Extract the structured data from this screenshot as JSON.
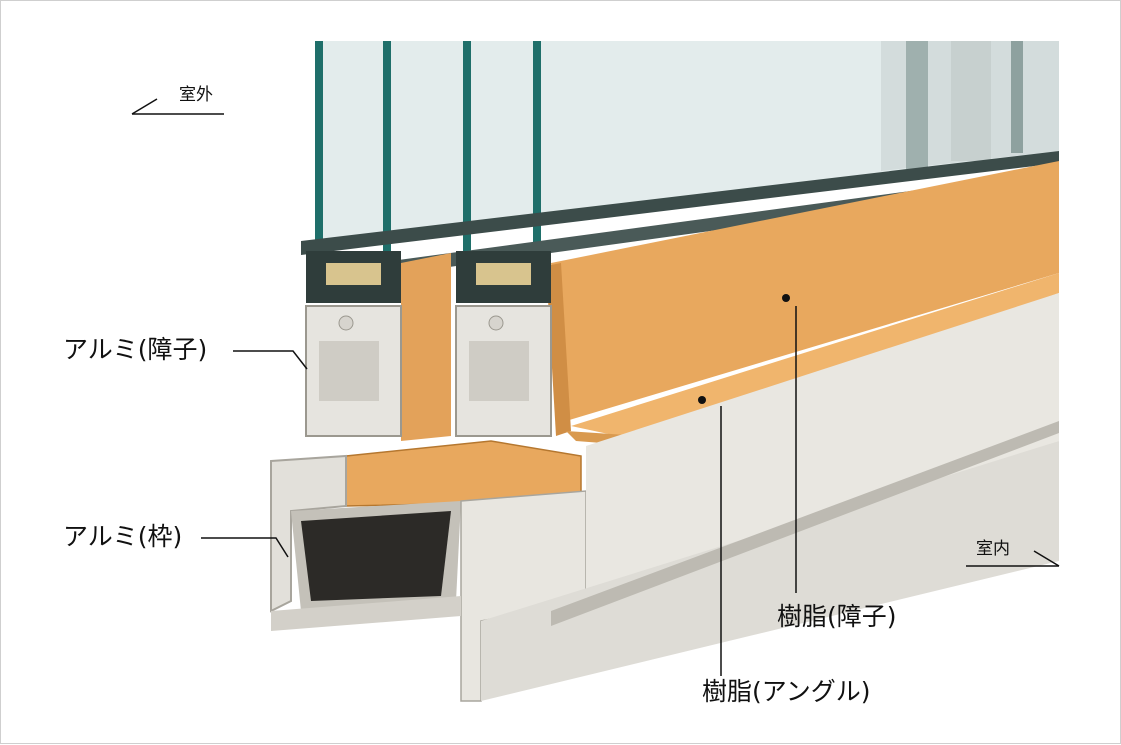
{
  "labels": {
    "outdoor": "室外",
    "indoor": "室内",
    "alu_sash": "アルミ(障子)",
    "alu_frame": "アルミ(枠)",
    "resin_sash": "樹脂(障子)",
    "resin_angle": "樹脂(アングル)"
  },
  "colors": {
    "glass": "#dfe9e8",
    "glass_edge": "#1f6f6a",
    "resin": "#e8a85e",
    "resin_dark": "#c98539",
    "aluminum": "#e4e2dc",
    "aluminum_dark": "#b9b6ae",
    "spacer": "#3a4a48"
  }
}
